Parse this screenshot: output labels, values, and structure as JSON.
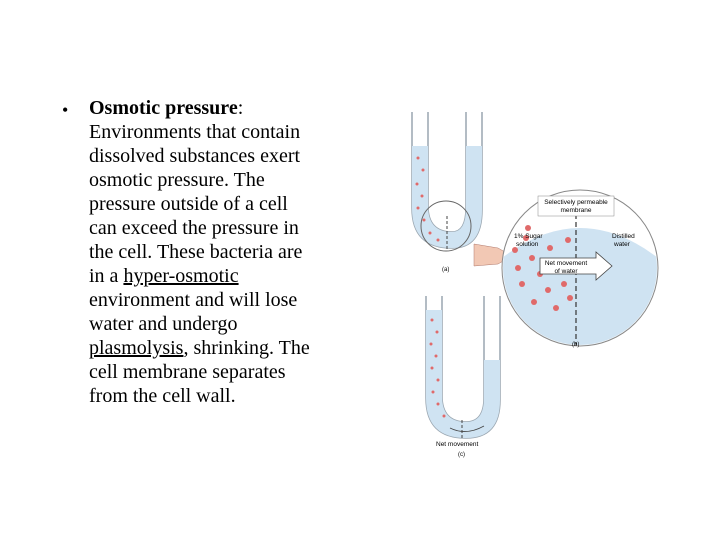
{
  "bullet": {
    "title": "Osmotic pressure",
    "colon": ":",
    "line1": "Environments that contain",
    "line2": "dissolved substances exert",
    "line3": "osmotic pressure.  The",
    "line4": "pressure outside of a cell",
    "line5": "can exceed the pressure in",
    "line6": "the cell.  These bacteria are",
    "line7_pre": "in a ",
    "line7_link": "hyper-osmotic",
    "line8": "environment and will lose",
    "line9": "water and undergo",
    "line10_link": "plasmolysis",
    "line10_post": ", shrinking. The",
    "line11": "cell membrane separates",
    "line12": "from the cell wall."
  },
  "figure": {
    "label_a": "(a)",
    "label_b": "(b)",
    "label_c": "(c)",
    "membrane_label_1": "Selectively permeable",
    "membrane_label_2": "membrane",
    "sugar_label_1": "1% Sugar",
    "sugar_label_2": "solution",
    "water_label_1": "Distilled",
    "water_label_2": "water",
    "net_movement_1": "Net movement",
    "net_movement_2": "of water",
    "net_movement_c": "Net movement",
    "colors": {
      "water": "#cfe3f2",
      "sugar": "#e06a6a",
      "tube": "#9aa6b0"
    }
  }
}
